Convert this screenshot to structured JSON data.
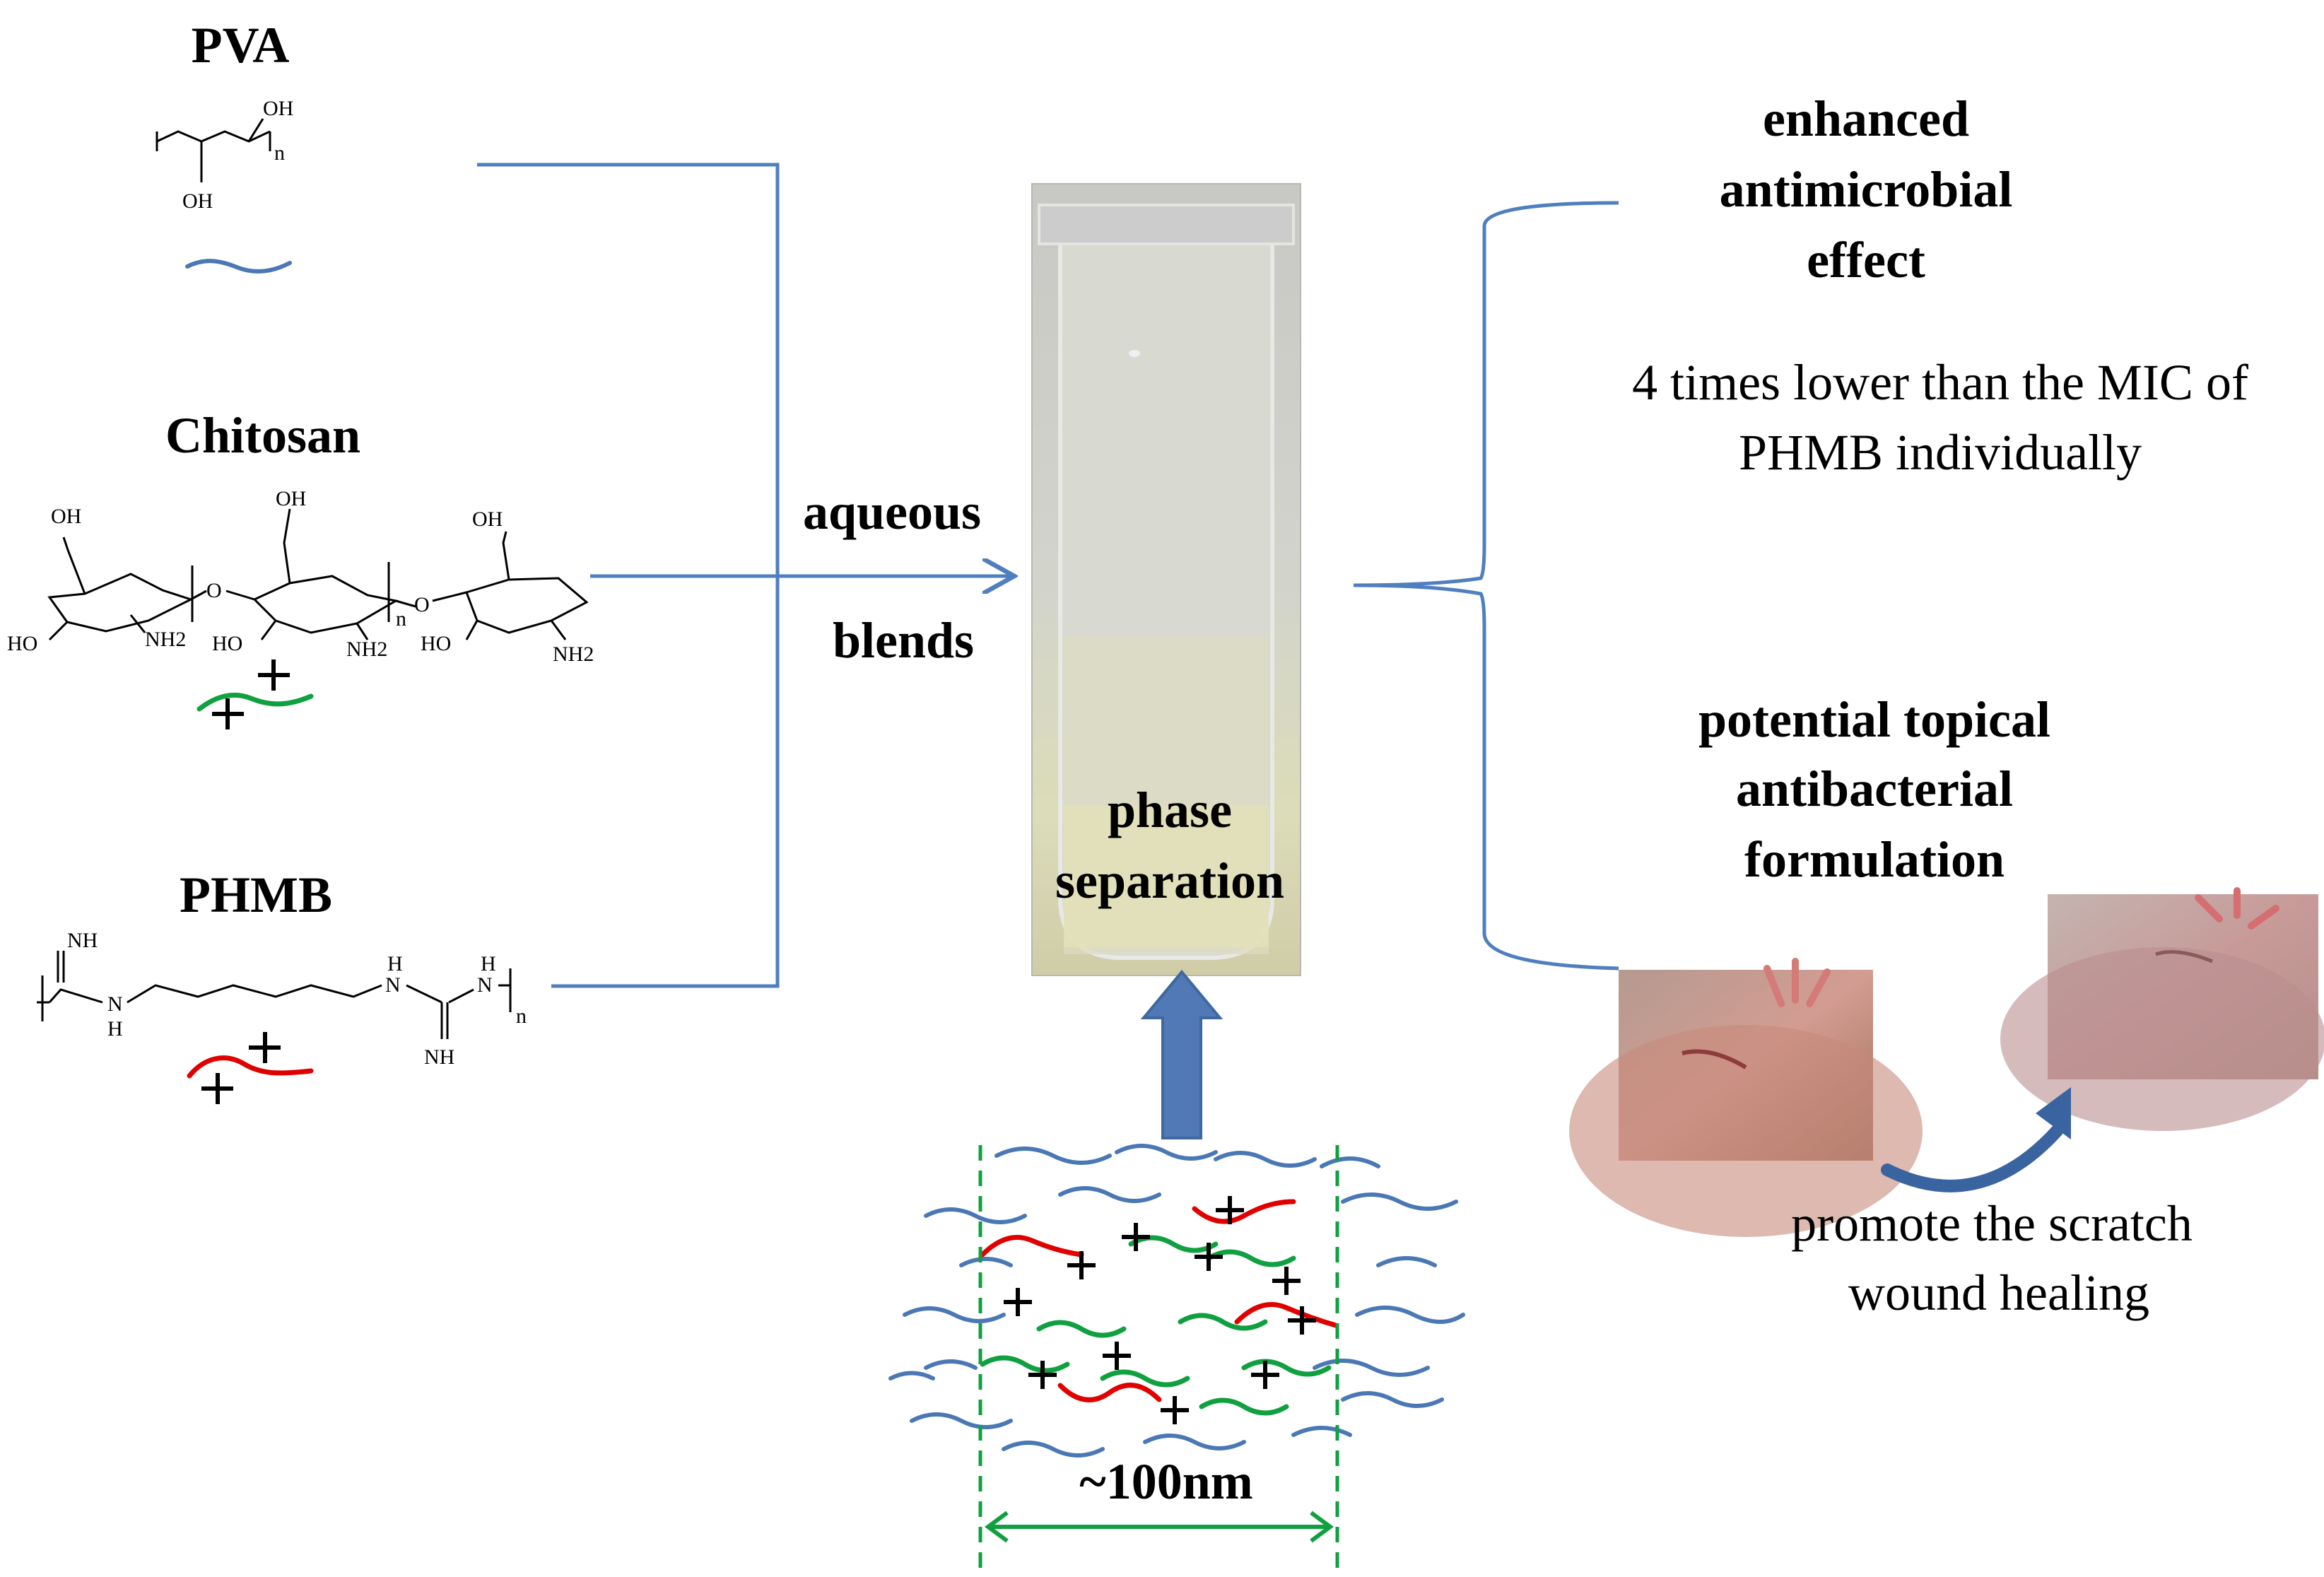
{
  "left": {
    "pva": {
      "title": "PVA",
      "oh_top": "OH",
      "oh_bottom": "OH",
      "n": "n"
    },
    "chitosan": {
      "title": "Chitosan",
      "oh1": "OH",
      "oh2": "OH",
      "oh3": "OH",
      "ho1": "HO",
      "ho2": "HO",
      "ho3": "HO",
      "nh2_1": "NH2",
      "nh2_2": "NH2",
      "nh2_3": "NH2",
      "o1": "O",
      "o2": "O",
      "n": "n"
    },
    "phmb": {
      "title": "PHMB",
      "nh_top": "NH",
      "h_n_left": "N",
      "h_left": "H",
      "h_n_mid": "N",
      "h_mid": "H",
      "h_n_right": "N",
      "h_right": "H",
      "nh_bottom": "NH",
      "n": "n"
    }
  },
  "center": {
    "arrow_label_1": "aqueous",
    "arrow_label_2": "blends",
    "tube_label_1": "phase",
    "tube_label_2": "separation",
    "scale_label": "~100nm"
  },
  "right": {
    "heading1_l1": "enhanced",
    "heading1_l2": "antimicrobial",
    "heading1_l3": "effect",
    "note1_l1": "4 times lower than the MIC of",
    "note1_l2": "PHMB individually",
    "heading2_l1": "potential topical",
    "heading2_l2": "antibacterial",
    "heading2_l3": "formulation",
    "note2_l1": "promote the scratch",
    "note2_l2": "wound healing"
  },
  "colors": {
    "pva": "#4a78b4",
    "chitosan": "#10a040",
    "phmb": "#e00000",
    "connector": "#4f7fbf"
  }
}
